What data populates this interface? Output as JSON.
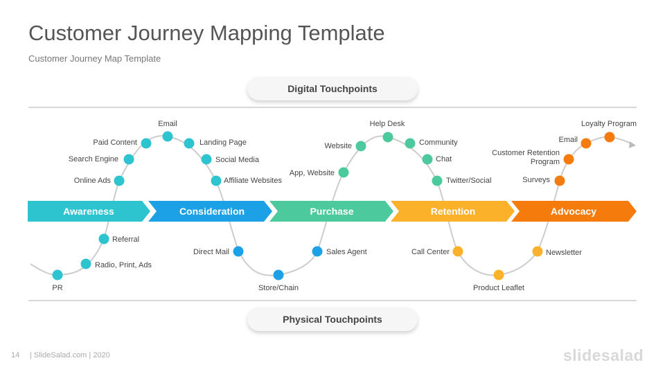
{
  "header": {
    "title": "Customer Journey Mapping Template",
    "subtitle": "Customer Journey Map Template"
  },
  "pills": {
    "digital": "Digital Touchpoints",
    "physical": "Physical Touchpoints"
  },
  "stages": [
    {
      "label": "Awareness",
      "color": "#2ec4cf"
    },
    {
      "label": "Consideration",
      "color": "#1da1e6"
    },
    {
      "label": "Purchase",
      "color": "#4cca9e"
    },
    {
      "label": "Retention",
      "color": "#fbb22a"
    },
    {
      "label": "Advocacy",
      "color": "#f57c0c"
    }
  ],
  "touchpoints": {
    "awareness": [
      "PR",
      "Radio, Print, Ads",
      "Referral",
      "Online Ads",
      "Search Engine",
      "Paid Content",
      "Email"
    ],
    "consideration": [
      "Landing Page",
      "Social Media",
      "Affiliate Websites",
      "Direct Mail"
    ],
    "purchase": [
      "Store/Chain",
      "Sales Agent",
      "App, Website",
      "Website",
      "Help Desk"
    ],
    "retention": [
      "Community",
      "Chat",
      "Twitter/Social",
      "Call Center",
      "Product Leaflet"
    ],
    "advocacy": [
      "Newsletter",
      "Surveys",
      "Customer Retention",
      "Program",
      "Email",
      "Loyalty Program"
    ]
  },
  "footer": {
    "page_number": "14",
    "credit": "| SlideSalad.com | 2020",
    "brand": "slidesalad"
  }
}
